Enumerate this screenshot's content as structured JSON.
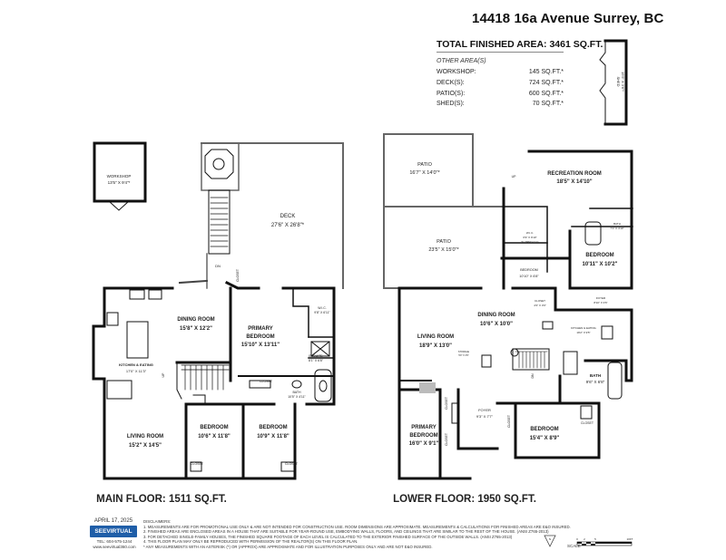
{
  "header": {
    "address": "14418 16a Avenue Surrey, BC",
    "total_finished_area": "TOTAL FINISHED AREA:  3461 SQ.FT."
  },
  "other_areas": {
    "heading": "OTHER AREA(S)",
    "rows": [
      {
        "label": "WORKSHOP:",
        "value": "145 SQ.FT.*"
      },
      {
        "label": "DECK(S):",
        "value": "724 SQ.FT.*"
      },
      {
        "label": "PATIO(S):",
        "value": "600 SQ.FT.*"
      },
      {
        "label": "SHED(S):",
        "value": "70 SQ.FT.*"
      }
    ]
  },
  "shed": {
    "name": "SHED",
    "dims": "15'5\" X 3'6\"*"
  },
  "main_floor": {
    "label": "MAIN FLOOR: 1511 SQ.FT.",
    "rooms": {
      "workshop": {
        "name": "WORKSHOP",
        "dims": "13'5\" X 9'4\"*"
      },
      "deck": {
        "name": "DECK",
        "dims": "27'6\" X 26'8\"*"
      },
      "dining": {
        "name": "DINING ROOM",
        "dims": "15'8\" X 12'2\""
      },
      "primary_bedroom": {
        "name1": "PRIMARY",
        "name2": "BEDROOM",
        "dims": "15'10\" X 13'11\""
      },
      "wic": {
        "name": "W.I.C.",
        "dims": "9'8\" X 6'11\""
      },
      "ensuite": {
        "name": "ENSUITE",
        "dims": "8'1\" X 6'8\""
      },
      "bath": {
        "name": "BATH",
        "dims": "10'5\" X 4'11\""
      },
      "kitchen": {
        "name": "KITCHEN & EATING",
        "dims": "17'0\" X 11'3\""
      },
      "living": {
        "name": "LIVING ROOM",
        "dims": "15'2\" X 14'5\""
      },
      "bedroom2": {
        "name": "BEDROOM",
        "dims": "10'6\" X 11'8\""
      },
      "bedroom3": {
        "name": "BEDROOM",
        "dims": "10'9\" X 11'8\""
      },
      "closet": "CLOSET",
      "dn": "DN",
      "up": "UP"
    }
  },
  "lower_floor": {
    "label": "LOWER FLOOR: 1950 SQ.FT.",
    "rooms": {
      "patio1": {
        "name": "PATIO",
        "dims": "16'7\" X 14'0\"*"
      },
      "patio2": {
        "name": "PATIO",
        "dims": "23'5\" X 15'0\"*"
      },
      "recreation": {
        "name": "RECREATION ROOM",
        "dims": "18'5\" X 14'10\""
      },
      "bath_rec": {
        "name": "BATH",
        "dims": "7'1\" X 4'10\""
      },
      "wic": {
        "name": "W.I.C.",
        "dims": "6'9\" X 9'10\"",
        "note": "SLOPED CLG"
      },
      "bedroom_small": {
        "name": "BEDROOM",
        "dims": "10'10\" X 6'8\""
      },
      "bedroom_right": {
        "name": "BEDROOM",
        "dims": "10'11\" X 10'2\""
      },
      "closet_small": {
        "name": "CLOSET",
        "dims": "4'3\" X 3'0\""
      },
      "foyer_top": {
        "name": "FOYER",
        "dims": "8'10\" X 3'6\""
      },
      "dining": {
        "name": "DINING ROOM",
        "dims": "10'6\" X 10'0\""
      },
      "kitchen": {
        "name": "KITCHEN & EATING",
        "dims": "19'2\" X 9'5\""
      },
      "living": {
        "name": "LIVING ROOM",
        "dims": "18'9\" X 13'0\""
      },
      "storage": {
        "name": "STORAGE",
        "dims": "5'0\" X 3'9\""
      },
      "bath": {
        "name": "BATH",
        "dims": "9'6\" X 6'8\""
      },
      "primary_bedroom": {
        "name1": "PRIMARY",
        "name2": "BEDROOM",
        "dims": "16'0\" X 9'1\""
      },
      "foyer": {
        "name": "FOYER",
        "dims": "9'3\" X 7'7\""
      },
      "bedroom_bottom": {
        "name": "BEDROOM",
        "dims": "15'4\" X 8'9\""
      },
      "closet": "CLOSET",
      "up": "UP",
      "dn": "DN"
    }
  },
  "footer": {
    "date": "APRIL 17, 2025",
    "brand": "SEEVIRTUAL",
    "tel": "TEL: 604-575-1244",
    "website": "www.seevirtual360.com",
    "disclaimer_heading": "DISCLAIMERS:",
    "disclaimers": [
      "1. MEASUREMENTS ARE FOR PROMOTIONAL USE ONLY & ARE NOT INTENDED FOR CONSTRUCTION USE. ROOM DIMENSIONS ARE APPROXIMATE. MEASUREMENTS & CALCULATIONS FOR FINISHED AREAS ARE E&O INSURED.",
      "2. FINISHED AREAS ARE ENCLOSED AREAS IN A HOUSE THAT ARE SUITABLE FOR YEAR-ROUND USE, EMBODYING WALLS, FLOORS, AND CEILINGS THAT ARE SIMILAR TO THE REST OF THE HOUSE. (ANSI Z765-2013)",
      "3. FOR DETACHED SINGLE-FAMILY HOUSES, THE FINISHED SQUARE FOOTAGE OF EACH LEVEL IS CALCULATED TO THE EXTERIOR FINISHED SURFACE OF THE OUTSIDE WALLS. (ANSI Z765-2013)",
      "4. THIS FLOOR PLAN MAY ONLY BE REPRODUCED WITH PERMISSION OF THE REALTOR(S) ON THIS FLOOR PLAN.",
      "* ANY MEASUREMENTS WITH AN ASTERISK (*) OR (APPROX) ARE APPROXIMATE AND FOR ILLUSTRATION PURPOSES ONLY AND ARE NOT E&O INSURED."
    ],
    "north": "N",
    "scale_label": "SCALE",
    "scale_ticks": [
      "0",
      "2",
      "5",
      "10FT"
    ]
  }
}
